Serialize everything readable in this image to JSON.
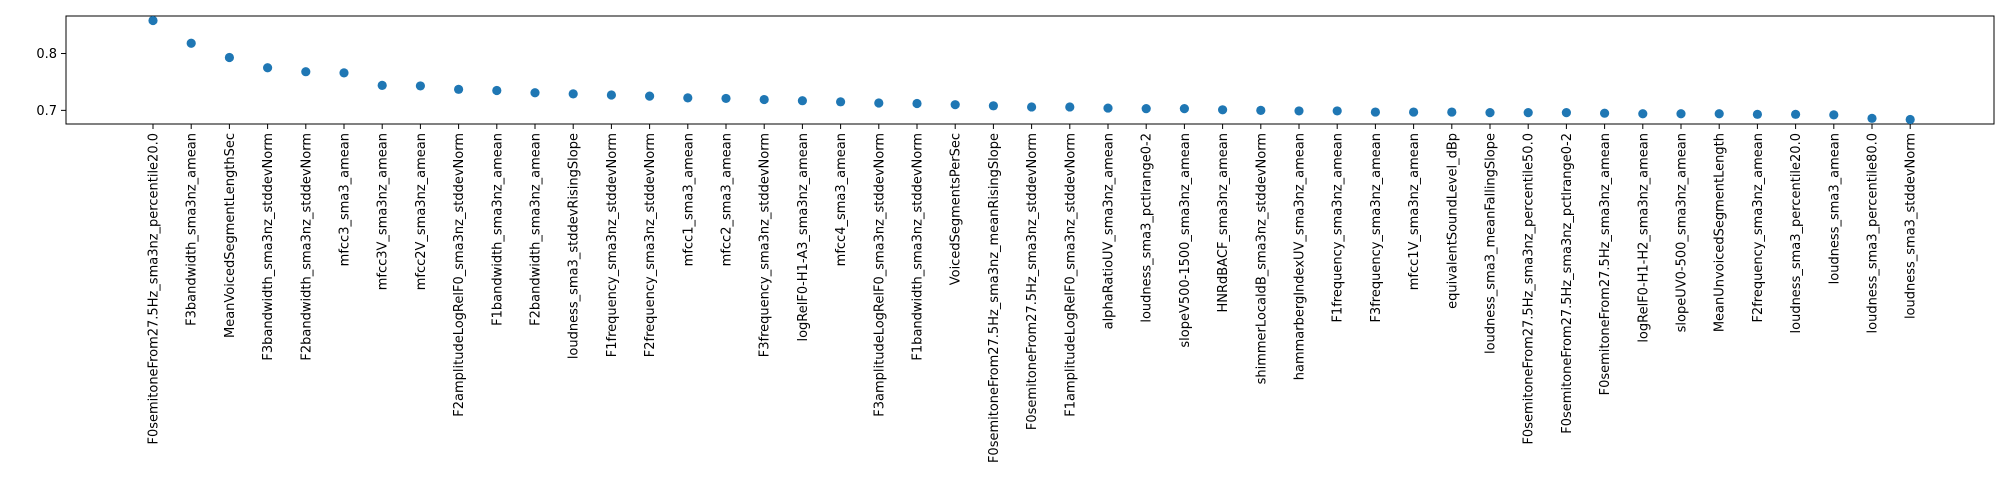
{
  "chart_data": {
    "type": "scatter",
    "title": "",
    "xlabel": "",
    "ylabel": "",
    "categories": [
      "F0semitoneFrom27.5Hz_sma3nz_percentile20.0",
      "F3bandwidth_sma3nz_amean",
      "MeanVoicedSegmentLengthSec",
      "F3bandwidth_sma3nz_stddevNorm",
      "F2bandwidth_sma3nz_stddevNorm",
      "mfcc3_sma3_amean",
      "mfcc3V_sma3nz_amean",
      "mfcc2V_sma3nz_amean",
      "F2amplitudeLogRelF0_sma3nz_stddevNorm",
      "F1bandwidth_sma3nz_amean",
      "F2bandwidth_sma3nz_amean",
      "loudness_sma3_stddevRisingSlope",
      "F1frequency_sma3nz_stddevNorm",
      "F2frequency_sma3nz_stddevNorm",
      "mfcc1_sma3_amean",
      "mfcc2_sma3_amean",
      "F3frequency_sma3nz_stddevNorm",
      "logRelF0-H1-A3_sma3nz_amean",
      "mfcc4_sma3_amean",
      "F3amplitudeLogRelF0_sma3nz_stddevNorm",
      "F1bandwidth_sma3nz_stddevNorm",
      "VoicedSegmentsPerSec",
      "F0semitoneFrom27.5Hz_sma3nz_meanRisingSlope",
      "F0semitoneFrom27.5Hz_sma3nz_stddevNorm",
      "F1amplitudeLogRelF0_sma3nz_stddevNorm",
      "alphaRatioUV_sma3nz_amean",
      "loudness_sma3_pctlrange0-2",
      "slopeV500-1500_sma3nz_amean",
      "HNRdBACF_sma3nz_amean",
      "shimmerLocaldB_sma3nz_stddevNorm",
      "hammarbergIndexUV_sma3nz_amean",
      "F1frequency_sma3nz_amean",
      "F3frequency_sma3nz_amean",
      "mfcc1V_sma3nz_amean",
      "equivalentSoundLevel_dBp",
      "loudness_sma3_meanFallingSlope",
      "F0semitoneFrom27.5Hz_sma3nz_percentile50.0",
      "F0semitoneFrom27.5Hz_sma3nz_pctlrange0-2",
      "F0semitoneFrom27.5Hz_sma3nz_amean",
      "logRelF0-H1-H2_sma3nz_amean",
      "slopeUV0-500_sma3nz_amean",
      "MeanUnvoicedSegmentLength",
      "F2frequency_sma3nz_amean",
      "loudness_sma3_percentile20.0",
      "loudness_sma3_amean",
      "loudness_sma3_percentile80.0",
      "loudness_sma3_stddevNorm"
    ],
    "values": [
      0.858,
      0.818,
      0.793,
      0.775,
      0.768,
      0.766,
      0.744,
      0.743,
      0.737,
      0.735,
      0.731,
      0.729,
      0.727,
      0.725,
      0.722,
      0.721,
      0.719,
      0.717,
      0.715,
      0.713,
      0.712,
      0.71,
      0.708,
      0.706,
      0.706,
      0.704,
      0.703,
      0.703,
      0.701,
      0.7,
      0.699,
      0.699,
      0.697,
      0.697,
      0.697,
      0.696,
      0.696,
      0.696,
      0.695,
      0.694,
      0.694,
      0.694,
      0.693,
      0.693,
      0.692,
      0.686,
      0.684
    ],
    "ylim": [
      0.676,
      0.866
    ],
    "yticks": [
      0.7,
      0.8
    ],
    "ytick_labels": [
      "0.7",
      "0.8"
    ],
    "grid": false,
    "colors": {
      "marker": "#1f77b4",
      "axes": "#000000"
    }
  }
}
